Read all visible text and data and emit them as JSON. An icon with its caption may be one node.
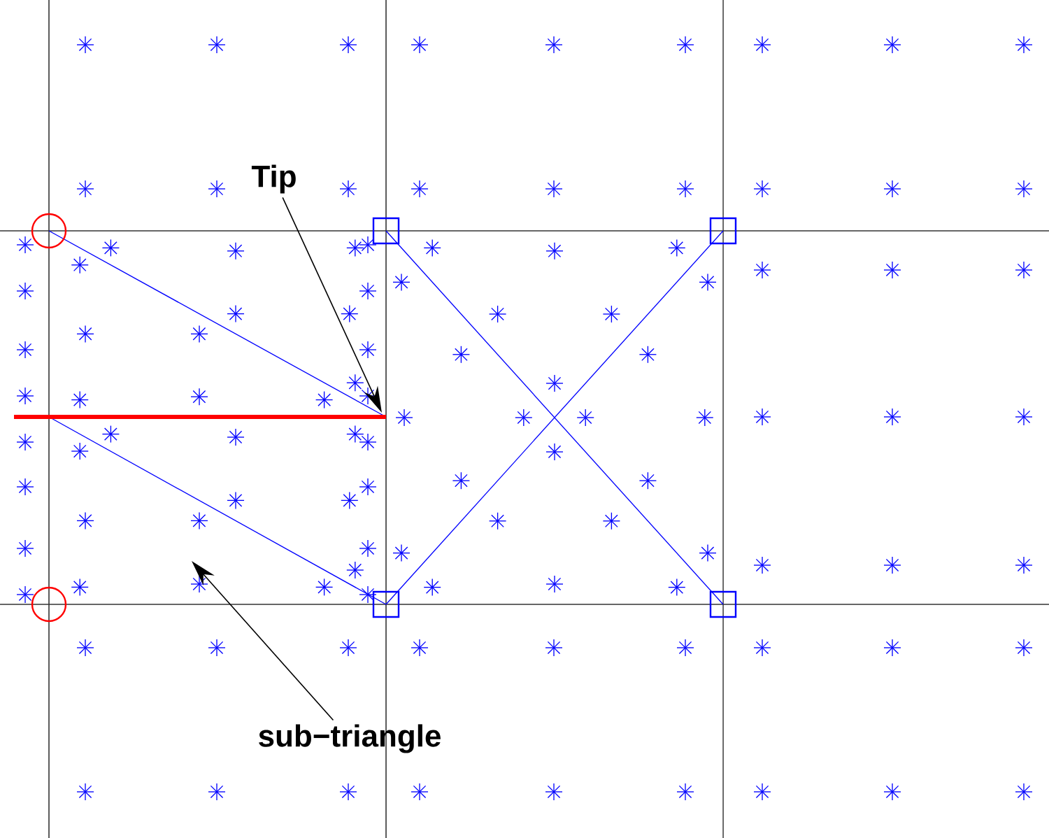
{
  "diagram": {
    "nodes": [
      {
        "text": [
          "Tip"
        ]
      },
      {
        "text": [
          "sub−triangle"
        ]
      }
    ],
    "edges": [
      {
        "from": 0,
        "to": null,
        "arrow": "to"
      },
      {
        "from": 1,
        "to": null,
        "arrow": "to"
      }
    ]
  }
}
